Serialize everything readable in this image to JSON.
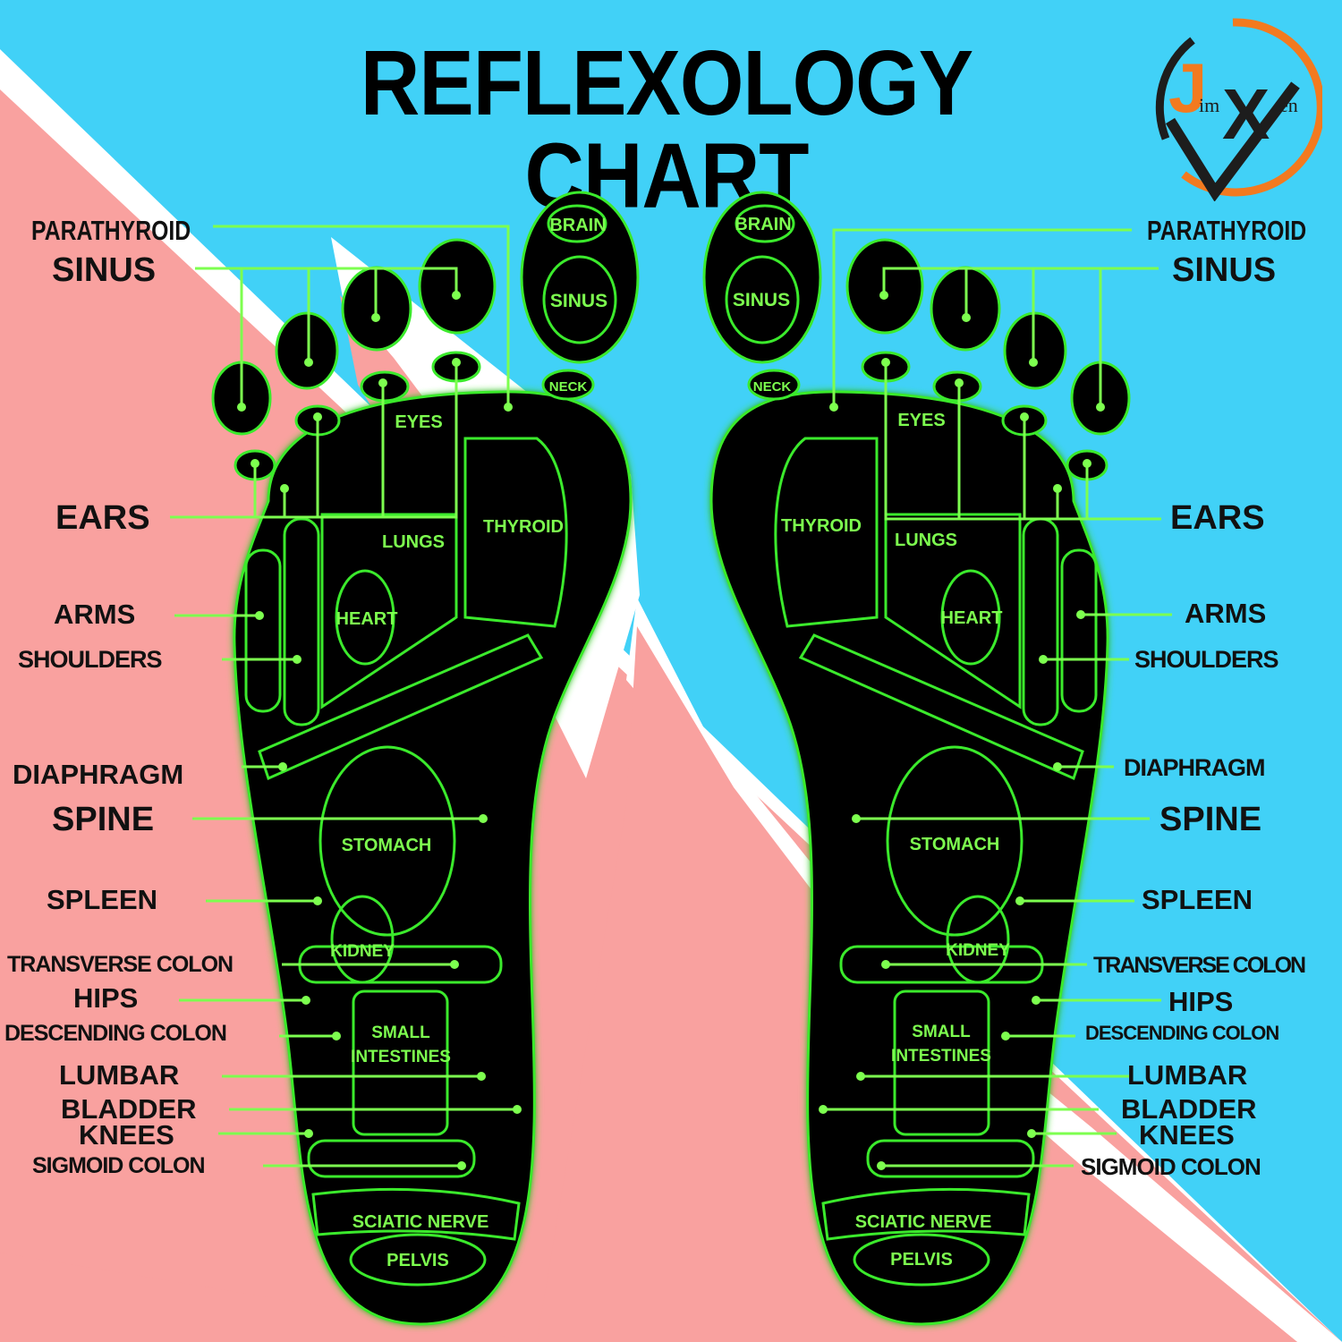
{
  "title": "REFLEXOLOGY CHART",
  "logo": {
    "letters": [
      "J",
      "im",
      "X",
      "en"
    ],
    "colors": {
      "orange": "#f37a1f",
      "dark": "#1d1d1d"
    }
  },
  "colors": {
    "sky": "#41d1f7",
    "pink": "#f9a19f",
    "white": "#ffffff",
    "foot": "#000000",
    "glow": "#3bea2c",
    "text": "#7dff4f"
  },
  "left_labels": {
    "parathyroid": "PARATHYROID",
    "sinus": "SINUS",
    "ears": "EARS",
    "arms": "ARMS",
    "shoulders": "SHOULDERS",
    "diaphragm": "DIAPHRAGM",
    "spine": "SPINE",
    "spleen": "SPLEEN",
    "transverse_colon": "TRANSVERSE COLON",
    "hips": "HIPS",
    "descending_colon": "DESCENDING COLON",
    "lumbar": "LUMBAR",
    "bladder": "BLADDER",
    "knees": "KNEES",
    "sigmoid_colon": "SIGMOID COLON"
  },
  "right_labels": {
    "parathyroid": "PARATHYROID",
    "sinus": "SINUS",
    "ears": "EARS",
    "arms": "ARMS",
    "shoulders": "SHOULDERS",
    "diaphragm": "DIAPHRAGM",
    "spine": "SPINE",
    "spleen": "SPLEEN",
    "transverse_colon": "TRANSVERSE COLON",
    "hips": "HIPS",
    "descending_colon": "DESCENDING COLON",
    "lumbar": "LUMBAR",
    "bladder": "BLADDER",
    "knees": "KNEES",
    "sigmoid_colon": "SIGMOID COLON"
  },
  "foot_zones": {
    "brain": "BRAIN",
    "sinus": "SINUS",
    "neck": "NECK",
    "eyes": "EYES",
    "lungs": "LUNGS",
    "thyroid": "THYROID",
    "heart": "HEART",
    "stomach": "STOMACH",
    "kidney": "KIDNEY",
    "small": "SMALL",
    "intestines": "INTESTINES",
    "sciatic_nerve": "SCIATIC NERVE",
    "pelvis": "PELVIS"
  }
}
